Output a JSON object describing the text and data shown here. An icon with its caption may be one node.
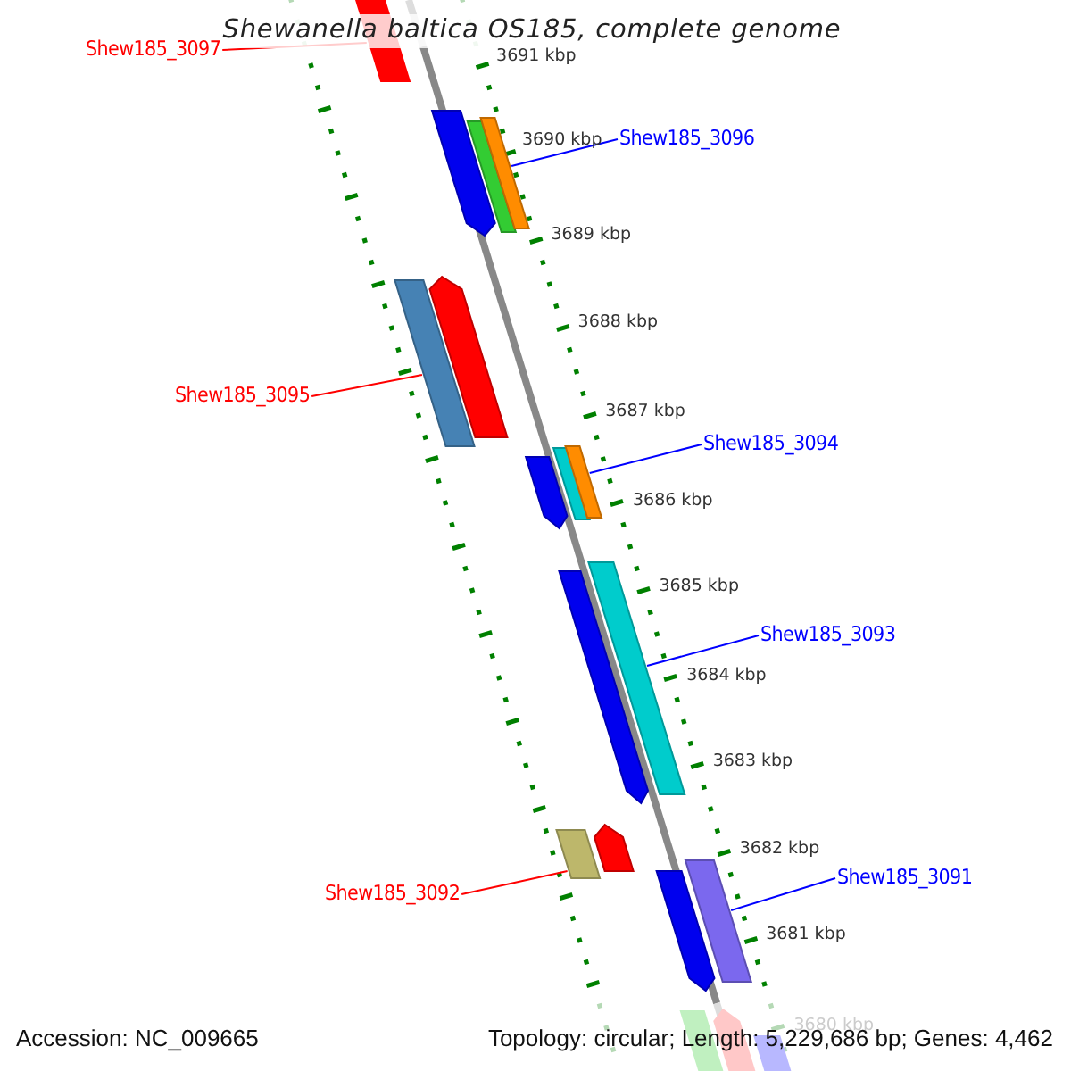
{
  "diagram": {
    "title": "Shewanella baltica OS185, complete genome",
    "nodes": [
      {
        "text": [
          "Shew185_3097"
        ]
      },
      {
        "text": [
          "Shew185_3096"
        ]
      },
      {
        "text": [
          "Shew185_3095"
        ]
      },
      {
        "text": [
          "Shew185_3094"
        ]
      },
      {
        "text": [
          "Shew185_3093"
        ]
      },
      {
        "text": [
          "Shew185_3092"
        ]
      },
      {
        "text": [
          "Shew185_3091"
        ]
      },
      {
        "text": [],
        "shape": "bar"
      },
      {
        "text": [],
        "shape": "bar"
      },
      {
        "text": [],
        "shape": "bar"
      },
      {
        "text": [],
        "shape": "bar"
      },
      {
        "text": [],
        "shape": "bar"
      },
      {
        "text": [],
        "shape": "bar"
      },
      {
        "text": [],
        "shape": "bar"
      },
      {
        "text": [],
        "shape": "bar"
      },
      {
        "text": [],
        "shape": "bar"
      },
      {
        "text": [],
        "shape": "bar"
      },
      {
        "text": [],
        "shape": "bar"
      },
      {
        "text": [],
        "shape": "bar"
      },
      {
        "text": [],
        "shape": "bar"
      },
      {
        "text": [],
        "shape": "bar"
      },
      {
        "text": [],
        "shape": "bar"
      },
      {
        "text": [],
        "shape": "bar"
      },
      {
        "text": [],
        "shape": "bar"
      },
      {
        "text": [],
        "shape": "bar"
      }
    ],
    "edges": [
      {
        "from": 0,
        "to": 7,
        "arrow": "none",
        "color": "#ff0000"
      },
      {
        "from": 1,
        "to": 10,
        "arrow": "none"
      },
      {
        "from": 2,
        "to": 11,
        "arrow": "none",
        "color": "#ff0000"
      },
      {
        "from": 3,
        "to": 15,
        "arrow": "none"
      },
      {
        "from": 4,
        "to": 17,
        "arrow": "none"
      },
      {
        "from": 5,
        "to": 18,
        "arrow": "none",
        "color": "#ff0000"
      },
      {
        "from": 6,
        "to": 21,
        "arrow": "none"
      }
    ],
    "labels": [
      "3691 kbp",
      "3690 kbp",
      "3689 kbp",
      "3688 kbp",
      "3687 kbp",
      "3686 kbp",
      "3685 kbp",
      "3684 kbp",
      "3683 kbp",
      "3682 kbp",
      "3681 kbp",
      "3680 kbp",
      "Accession: NC_009665",
      "Topology: circular; Length: 5,229,686 bp; Genes: 4,462"
    ]
  }
}
